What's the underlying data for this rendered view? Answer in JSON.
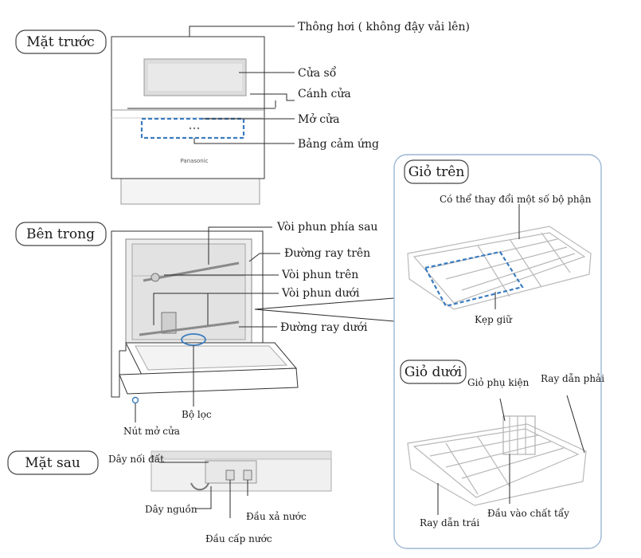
{
  "sections": {
    "front": "Mặt trước",
    "inside": "Bên trong",
    "back": "Mặt sau",
    "upper_basket": "Giỏ trên",
    "lower_basket": "Giỏ dưới"
  },
  "front_labels": {
    "vent": "Thông hơi ( không đậy vải lên)",
    "window": "Cửa sổ",
    "door": "Cánh cửa",
    "door_open": "Mở cửa",
    "touch_panel": "Bảng cảm ứng"
  },
  "inside_labels": {
    "rear_nozzle": "Vòi phun phía sau",
    "upper_rail": "Đường ray trên",
    "upper_nozzle": "Vòi phun trên",
    "lower_nozzle": "Vòi phun dưới",
    "lower_rail": "Đường ray dưới",
    "filter": "Bộ lọc",
    "door_button": "Nút mở cửa"
  },
  "back_labels": {
    "ground_wire": "Dây nối đất",
    "power_cord": "Dây nguồn",
    "drain": "Đầu xả nước",
    "water_inlet": "Đầu cấp nước"
  },
  "upper_basket_labels": {
    "replaceable": "Có thể thay đổi một số bộ phận",
    "clip": "Kẹp giữ"
  },
  "lower_basket_labels": {
    "accessory_basket": "Giỏ phụ kiện",
    "right_rail": "Ray dẫn phải",
    "left_rail": "Ray dẫn trái",
    "detergent_inlet": "Đầu vào chất tẩy"
  },
  "brand": "Panasonic"
}
